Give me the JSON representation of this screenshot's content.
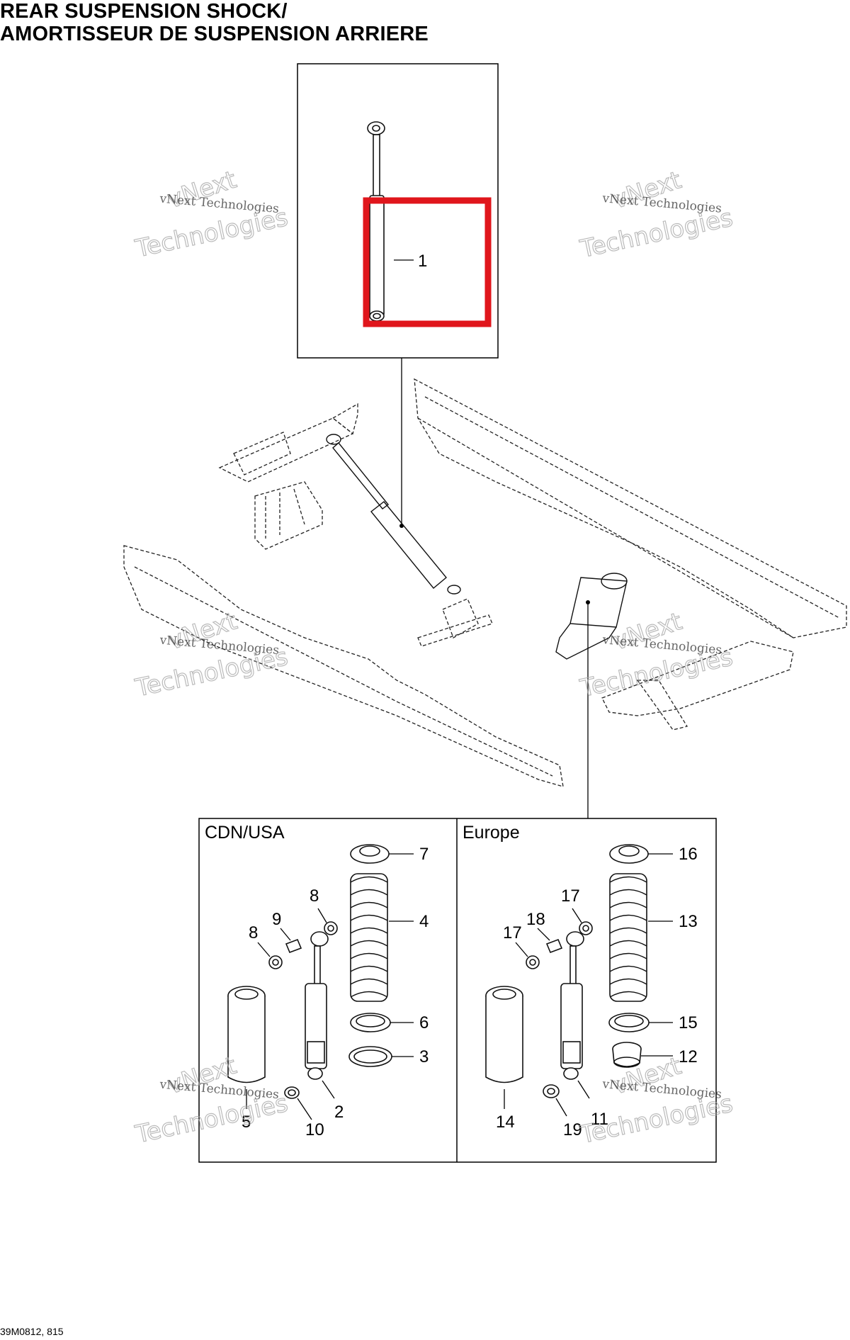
{
  "title": {
    "line1": "REAR SUSPENSION SHOCK/",
    "line2": "AMORTISSEUR DE SUSPENSION ARRIERE"
  },
  "regions": {
    "cdn_usa": "CDN/USA",
    "europe": "Europe"
  },
  "callouts": {
    "p1": "1",
    "p2": "2",
    "p3": "3",
    "p4": "4",
    "p5": "5",
    "p6": "6",
    "p7": "7",
    "p8a": "8",
    "p8b": "8",
    "p9": "9",
    "p10": "10",
    "p11": "11",
    "p12": "12",
    "p13": "13",
    "p14": "14",
    "p15": "15",
    "p16": "16",
    "p17a": "17",
    "p17b": "17",
    "p18": "18",
    "p19": "19"
  },
  "watermark": {
    "small": "vNext Technologies",
    "big1": "vNext",
    "big2": "Technologies"
  },
  "highlight_color": "#e0161c",
  "reference": "39M0812, 815"
}
